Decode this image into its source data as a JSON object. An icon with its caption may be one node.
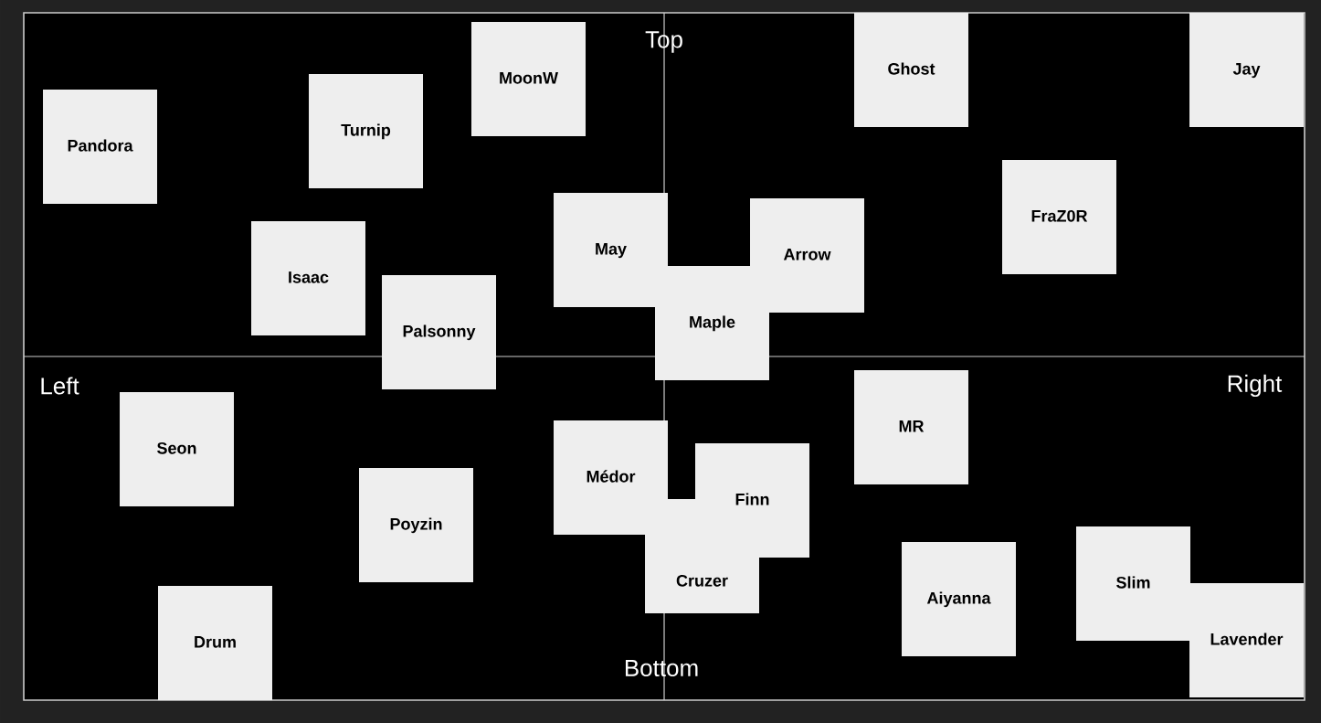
{
  "diagram": {
    "nodes": [
      {
        "text": [
          "Ghost"
        ]
      },
      {
        "text": [
          "Jay"
        ]
      },
      {
        "text": [
          "MoonW"
        ]
      },
      {
        "text": [
          "Turnip"
        ]
      },
      {
        "text": [
          "Pandora"
        ]
      },
      {
        "text": [
          "FraZ0R"
        ]
      },
      {
        "text": [
          "May"
        ]
      },
      {
        "text": [
          "Arrow"
        ]
      },
      {
        "text": [
          "Isaac"
        ]
      },
      {
        "text": [
          "Palsonny"
        ]
      },
      {
        "text": [
          "Maple"
        ]
      },
      {
        "text": [
          "MR"
        ]
      },
      {
        "text": [
          "Seon"
        ]
      },
      {
        "text": [
          "Médor"
        ]
      },
      {
        "text": [
          "Poyzin"
        ]
      },
      {
        "text": [
          "Cruzer"
        ]
      },
      {
        "text": [
          "Finn"
        ]
      },
      {
        "text": [
          "Slim"
        ]
      },
      {
        "text": [
          "Aiyanna"
        ]
      },
      {
        "text": [
          "Lavender"
        ]
      },
      {
        "text": [
          "Drum"
        ]
      }
    ],
    "labels": [
      "Top",
      "Left",
      "Right",
      "Bottom"
    ]
  }
}
